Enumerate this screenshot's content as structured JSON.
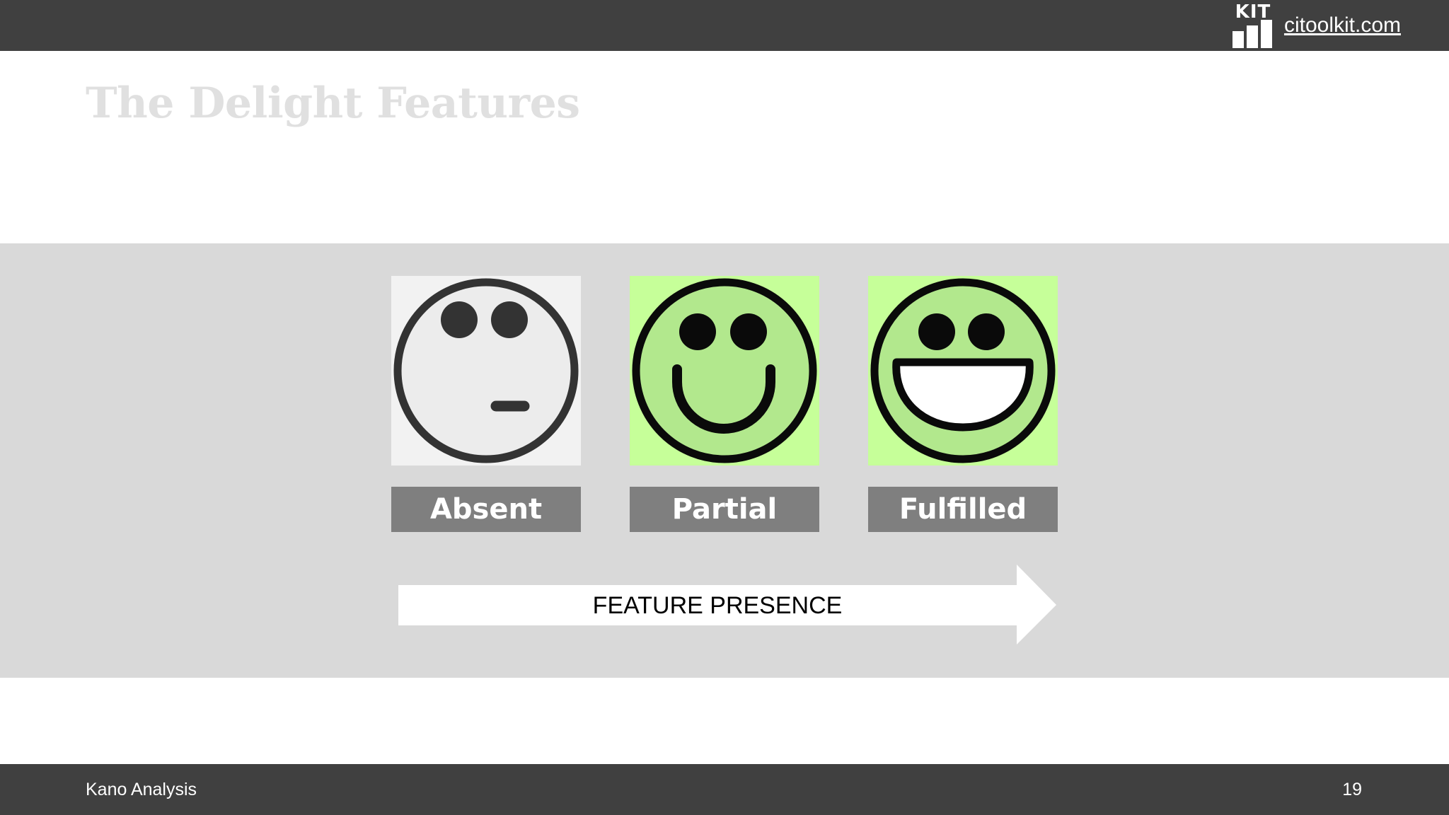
{
  "header": {
    "logo_text": "KIT",
    "site_link": "citoolkit.com"
  },
  "slide": {
    "title": "The Delight Features"
  },
  "diagram": {
    "faces": [
      {
        "label": "Absent",
        "icon": "neutral-face-icon",
        "tile_color": "#f2f2f2"
      },
      {
        "label": "Partial",
        "icon": "smiling-face-icon",
        "tile_color": "#c6ff99"
      },
      {
        "label": "Fulfilled",
        "icon": "grinning-face-icon",
        "tile_color": "#c6ff99"
      }
    ],
    "arrow_label": "FEATURE PRESENCE"
  },
  "footer": {
    "left_text": "Kano Analysis",
    "page_number": "19"
  },
  "colors": {
    "bar": "#404040",
    "band": "#d9d9d9",
    "label_box": "#7f7f7f",
    "title": "#e0e0e0",
    "face_green": "#b2e88d"
  }
}
